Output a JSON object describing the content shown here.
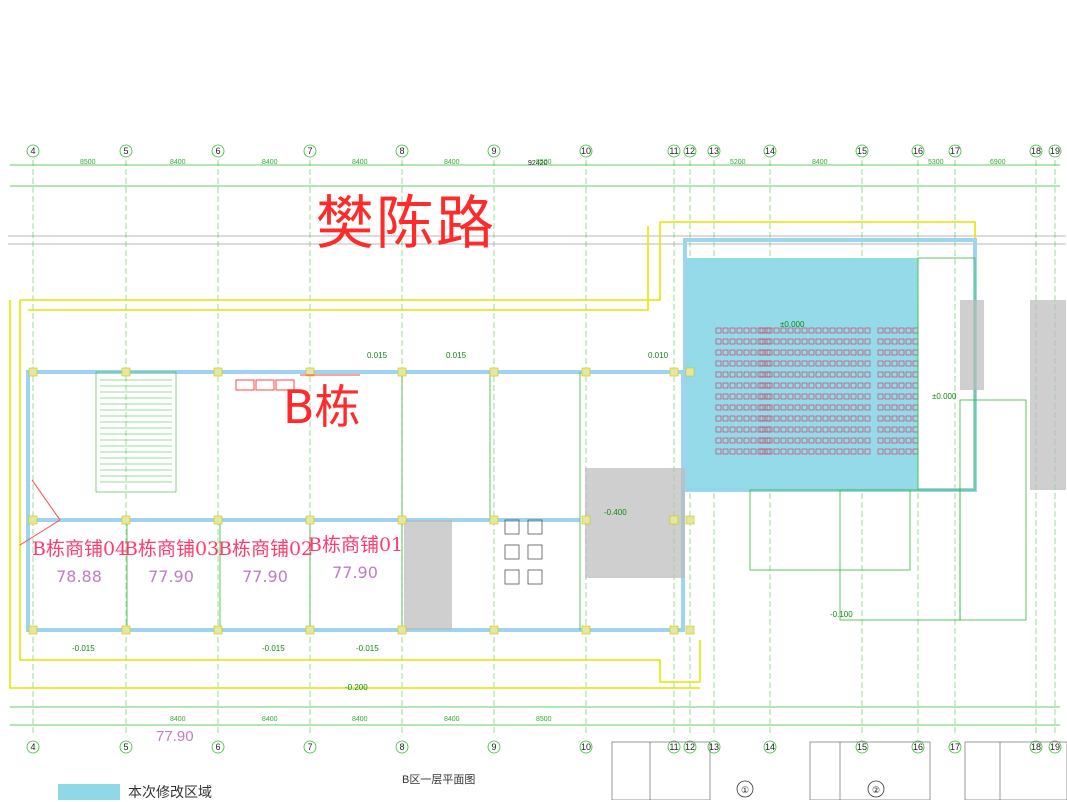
{
  "road_name": "樊陈路",
  "building_label": "B栋",
  "shops": [
    {
      "name": "B栋商铺04",
      "area": "78.88"
    },
    {
      "name": "B栋商铺03",
      "area": "77.90"
    },
    {
      "name": "B栋商铺02",
      "area": "77.90"
    },
    {
      "name": "B栋商铺01",
      "area": "77.90"
    }
  ],
  "axes_top": [
    "4",
    "5",
    "6",
    "7",
    "8",
    "9",
    "10",
    "11",
    "12",
    "13",
    "14",
    "15",
    "16",
    "17",
    "18",
    "19"
  ],
  "axes_bottom": [
    "4",
    "5",
    "6",
    "7",
    "8",
    "9",
    "10",
    "11",
    "12",
    "13",
    "14",
    "15",
    "16",
    "17",
    "18",
    "19"
  ],
  "overall_dimension": "92420",
  "top_dims": [
    "8500",
    "8400",
    "8400",
    "8400",
    "8400",
    "8500",
    "5200",
    "8400",
    "5300",
    "6900"
  ],
  "bottom_dims": [
    "8400",
    "8400",
    "8400",
    "8400",
    "8500"
  ],
  "elevations": [
    "-0.200",
    "-0.015",
    "-0.015",
    "-0.015",
    "±0.000",
    "0.015",
    "0.015",
    "0.010",
    "-0.100",
    "±0.000",
    "-0.400"
  ],
  "callouts": [
    "①",
    "②"
  ],
  "area_repeat": "77.90",
  "plan_title": "B区一层平面图",
  "legend": {
    "color": "#8fd8e8",
    "label": "本次修改区域"
  },
  "colors": {
    "road": "#ff2a2a",
    "shop_name": "#ff3b6e",
    "shop_area": "#c07cc8",
    "wall": "#9fd4ef",
    "grid": "#33bb33",
    "highlight": "#8fd8e8"
  }
}
